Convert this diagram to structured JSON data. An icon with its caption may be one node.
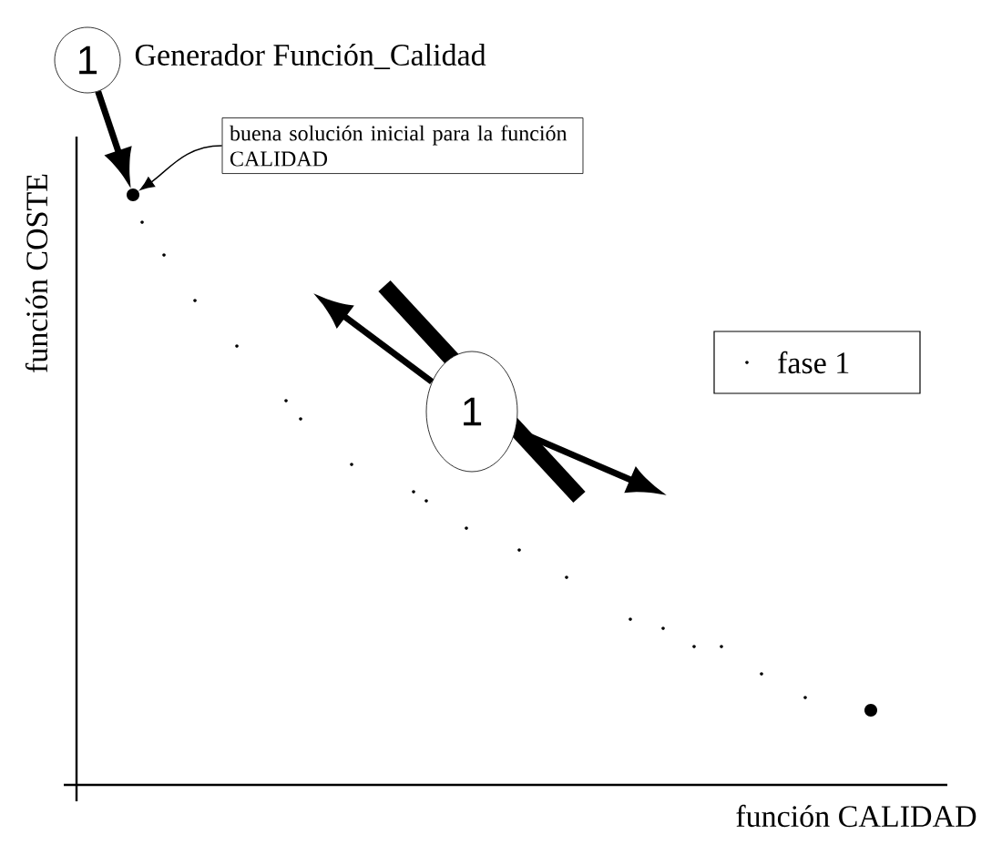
{
  "diagram": {
    "nodes": [
      {
        "text": [
          "1"
        ],
        "beside": [
          "Generador Función_Calidad"
        ]
      },
      {
        "text": [],
        "shape": "circle"
      },
      {
        "text": [
          "buena solución inicial para la función CALIDAD"
        ]
      },
      {
        "text": [
          "1"
        ]
      }
    ],
    "edges": [
      {
        "from": 0,
        "to": 1,
        "arrow": "to"
      },
      {
        "from": 2,
        "to": 1,
        "arrow": "to"
      },
      {
        "from": 3,
        "to": null,
        "arrow": "to"
      },
      {
        "from": 3,
        "to": null,
        "arrow": "to"
      }
    ],
    "labels": [
      "función COSTE",
      "función CALIDAD"
    ],
    "legend": [
      {
        "text": "fase 1"
      }
    ]
  }
}
